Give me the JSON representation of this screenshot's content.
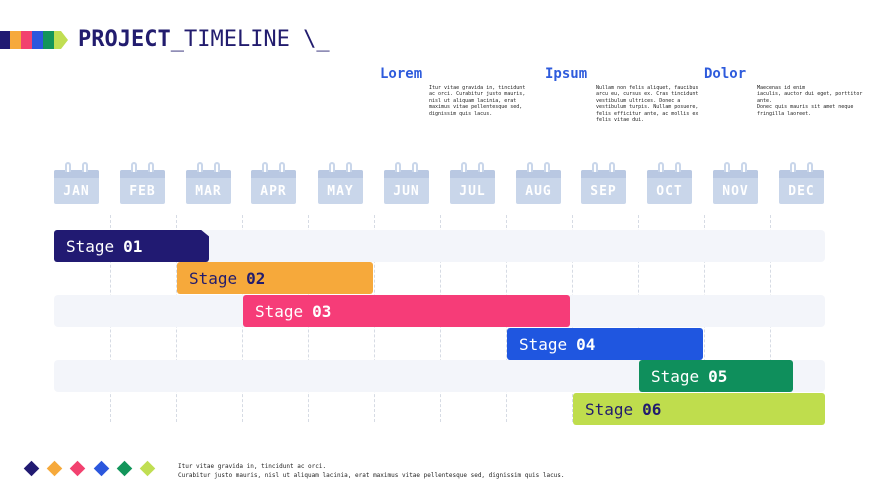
{
  "header": {
    "title_bold": "PROJECT",
    "title_rest": "_TIMELINE \\_",
    "strip_colors": [
      "#211a72",
      "#f6a93b",
      "#f2416f",
      "#2b57dd",
      "#12955a",
      "#c0de52"
    ]
  },
  "columns": [
    {
      "heading": "Lorem",
      "lines": [
        "Itur vitae gravida in, tincidunt",
        "ac orci. Curabitur justo mauris,",
        "nisl ut aliquam lacinia, erat",
        "maximus vitae pellentesque sed,",
        "dignissim quis lacus."
      ]
    },
    {
      "heading": "Ipsum",
      "lines": [
        "Nullam non felis aliquet, faucibus",
        "arcu eu, cursus ex. Cras tincidunt",
        "vestibulum ultrices. Donec a",
        "vestibulum turpis. Nullam posuere,",
        "felis efficitur ante, ac mollis ex",
        "felis vitae dui."
      ]
    },
    {
      "heading": "Dolor",
      "lines": [
        "Maecenas id enim",
        "iaculis, auctor dui eget, porttitor",
        "ante.",
        "Donec quis mauris sit amet neque",
        "fringilla laoreet."
      ]
    }
  ],
  "months": [
    "JAN",
    "FEB",
    "MAR",
    "APR",
    "MAY",
    "JUN",
    "JUL",
    "AUG",
    "SEP",
    "OCT",
    "NOV",
    "DEC"
  ],
  "stages": [
    {
      "label": "Stage",
      "number": "01",
      "color": "#211a72",
      "text_color": "#ffffff"
    },
    {
      "label": "Stage",
      "number": "02",
      "color": "#f6a93b",
      "text_color": "#221c6e"
    },
    {
      "label": "Stage",
      "number": "03",
      "color": "#f63c78",
      "text_color": "#ffffff"
    },
    {
      "label": "Stage",
      "number": "04",
      "color": "#1f56e0",
      "text_color": "#ffffff"
    },
    {
      "label": "Stage",
      "number": "05",
      "color": "#0f8f5c",
      "text_color": "#ffffff"
    },
    {
      "label": "Stage",
      "number": "06",
      "color": "#bfdd4d",
      "text_color": "#221c6e"
    }
  ],
  "legend_colors": [
    "#211a72",
    "#f6a93b",
    "#f2416f",
    "#2b57dd",
    "#12955a",
    "#c0de52"
  ],
  "footer": {
    "line1": "Itur vitae gravida in, tincidunt ac orci.",
    "line2": "Curabitur justo mauris, nisl ut aliquam lacinia, erat maximus vitae pellentesque sed, dignissim quis lacus."
  }
}
